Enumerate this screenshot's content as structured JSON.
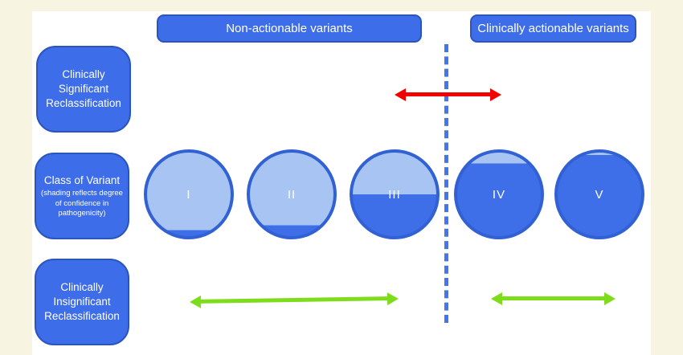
{
  "colors": {
    "page_bg": "#F7F5E1",
    "panel_bg": "#FFFFFF",
    "box_fill": "#3D6DE8",
    "box_border": "#2C55BB",
    "circle_light": "#A7C4F3",
    "circle_dark": "#3E6FE8",
    "circle_border": "#3161D2",
    "divider": "#4377E7",
    "red_arrow": "#F20000",
    "green_arrow": "#7EDD1A",
    "label_text": "#FFFFFF"
  },
  "headers": {
    "non_actionable": "Non-actionable variants",
    "actionable": "Clinically actionable variants"
  },
  "side_labels": {
    "significant": "Clinically Significant Reclassification",
    "class_title": "Class of Variant",
    "class_subtitle": "(shading reflects degree of confidence in pathogenicity)",
    "insignificant": "Clinically Insignificant Reclassification"
  },
  "circles": [
    {
      "label": "I",
      "light_percent": 93
    },
    {
      "label": "II",
      "light_percent": 87
    },
    {
      "label": "III",
      "light_percent": 50
    },
    {
      "label": "IV",
      "light_percent": 13
    },
    {
      "label": "V",
      "light_percent": 3
    }
  ],
  "arrows": {
    "red": "clinically significant reclassification range (crosses actionability threshold)",
    "green_left": "clinically insignificant reclassification range (non-actionable)",
    "green_right": "clinically insignificant reclassification range (actionable)"
  }
}
